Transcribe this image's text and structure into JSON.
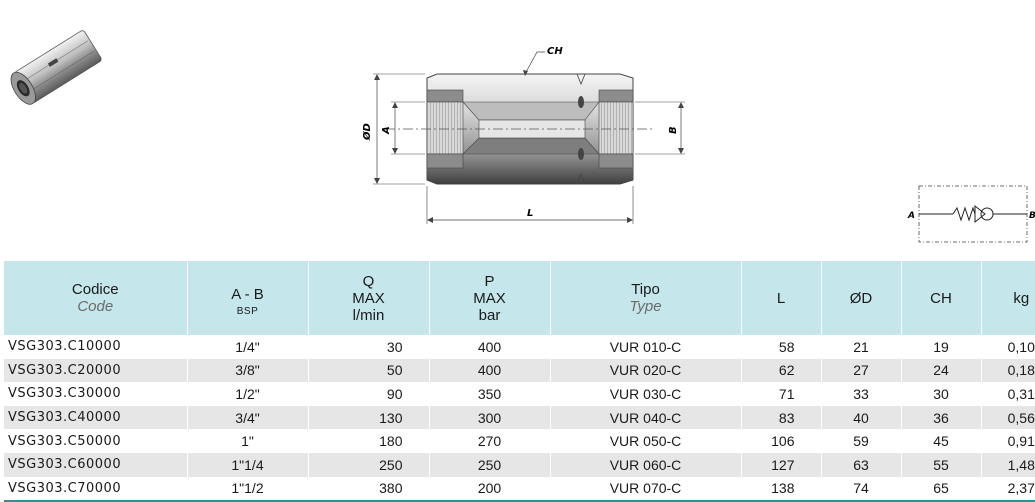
{
  "drawing": {
    "label_ch": "CH",
    "label_od": "ØD",
    "label_a": "A",
    "label_b": "B",
    "label_l": "L",
    "schema_a": "A",
    "schema_b": "B"
  },
  "table": {
    "headers": [
      {
        "main": "Codice",
        "sub": "Code",
        "small": ""
      },
      {
        "main": "A - B",
        "sub": "",
        "small": "BSP"
      },
      {
        "main": "Q",
        "line2": "MAX",
        "line3": "l/min"
      },
      {
        "main": "P",
        "line2": "MAX",
        "line3": "bar"
      },
      {
        "main": "Tipo",
        "sub": "Type"
      },
      {
        "main": "L"
      },
      {
        "main": "ØD"
      },
      {
        "main": "CH"
      },
      {
        "main": "kg"
      }
    ],
    "rows": [
      [
        "VSG303.C10000",
        "1/4\"",
        "30",
        "400",
        "VUR 010-C",
        "58",
        "21",
        "19",
        "0,10"
      ],
      [
        "VSG303.C20000",
        "3/8\"",
        "50",
        "400",
        "VUR 020-C",
        "62",
        "27",
        "24",
        "0,18"
      ],
      [
        "VSG303.C30000",
        "1/2\"",
        "90",
        "350",
        "VUR 030-C",
        "71",
        "33",
        "30",
        "0,31"
      ],
      [
        "VSG303.C40000",
        "3/4\"",
        "130",
        "300",
        "VUR 040-C",
        "83",
        "40",
        "36",
        "0,56"
      ],
      [
        "VSG303.C50000",
        "1\"",
        "180",
        "270",
        "VUR 050-C",
        "106",
        "59",
        "45",
        "0,91"
      ],
      [
        "VSG303.C60000",
        "1\"1/4",
        "250",
        "250",
        "VUR 060-C",
        "127",
        "63",
        "55",
        "1,48"
      ],
      [
        "VSG303.C70000",
        "1\"1/2",
        "380",
        "200",
        "VUR 070-C",
        "138",
        "74",
        "65",
        "2,37"
      ]
    ]
  }
}
